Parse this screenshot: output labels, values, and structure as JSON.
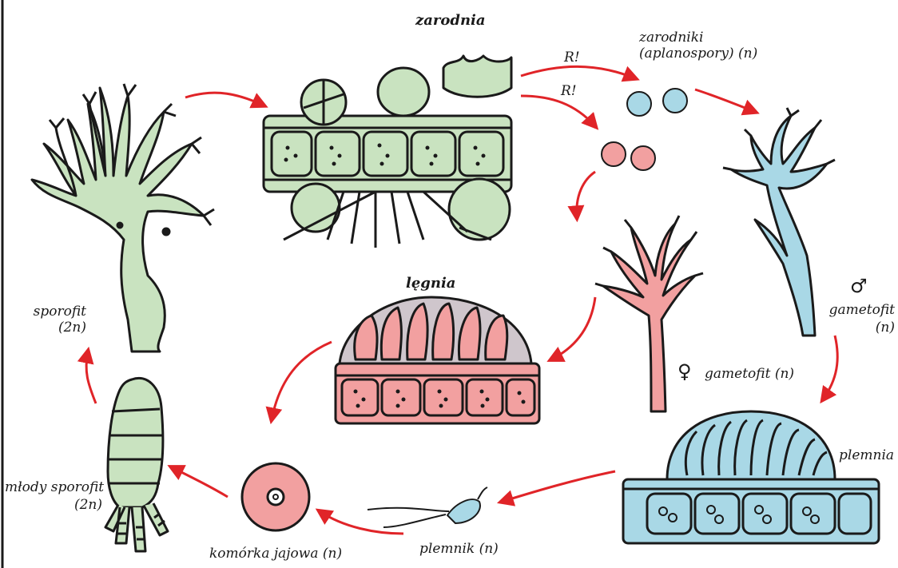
{
  "labels": {
    "zarodnia": "zarodnia",
    "zarodniki_1": "zarodniki",
    "zarodniki_2": "(aplanospory) (n)",
    "r1": "R!",
    "r2": "R!",
    "legnia": "lęgnia",
    "sporofit_1": "sporofit",
    "sporofit_2": "(2n)",
    "gametofit_male_1": "gametofit",
    "gametofit_male_2": "(n)",
    "gametofit_female": "gametofit (n)",
    "plemnia": "plemnia",
    "mlody_1": "młody sporofit",
    "mlody_2": "(2n)",
    "komorka": "komórka jajowa (n)",
    "plemnik": "plemnik (n)"
  },
  "symbols": {
    "male": "♂",
    "female": "♀"
  },
  "colors": {
    "sporophyte_green": "#c9e3c0",
    "male_blue": "#a9d8e6",
    "female_pink": "#f2a0a0",
    "oogonium_gray": "#cfc6cc",
    "arrow_red": "#e02428",
    "outline": "#1a1a1a"
  }
}
